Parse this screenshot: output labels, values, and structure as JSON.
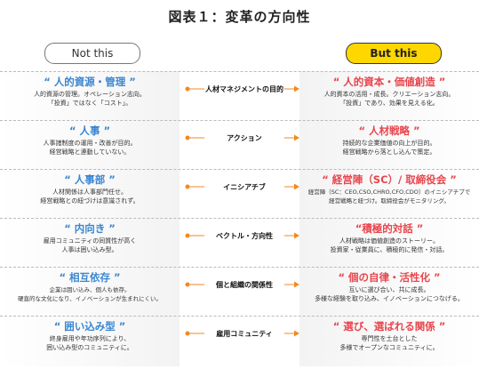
{
  "title": "図表１：変革の方向性",
  "headers": {
    "left": "Not this",
    "right": "But this"
  },
  "colors": {
    "left_accent": "#3a86d0",
    "right_accent": "#e8454d",
    "arrow": "#f08a24",
    "pill_highlight": "#ffd700"
  },
  "rows": [
    {
      "left_title": "“ 人的資源・管理 ”",
      "left_desc": "人的資源の管理。オペレーション志向。\n「投資」ではなく「コスト」。",
      "center": "人材マネジメントの目的",
      "right_title": "“ 人的資本・価値創造 ”",
      "right_desc": "人的資本の活用・成長。クリエーション志向。\n「投資」であり、効果を見える化。"
    },
    {
      "left_title": "“ 人事 ”",
      "left_desc": "人事諸制度の運用・改善が目的。\n経営戦略と連動していない。",
      "center": "アクション",
      "right_title": "“ 人材戦略 ”",
      "right_desc": "持続的な企業価値の向上が目的。\n経営戦略から落とし込んで策定。"
    },
    {
      "left_title": "“ 人事部 ”",
      "left_desc": "人材関係は人事部門任せ。\n経営戦略との紐づけは意識されず。",
      "center": "イニシアチブ",
      "right_title": "“ 経営陣（SC）/ 取締役会 ”",
      "right_desc": "経営陣（SC：CEO,CSO,CHRO,CFO,CDO）のイニシアチブで\n経営戦略と紐づけ。取締役会がモニタリング。"
    },
    {
      "left_title": "“ 内向き ”",
      "left_desc": "雇用コミュニティの同質性が高く\n人事は囲い込み型。",
      "center": "ベクトル・方向性",
      "right_title": "“積極的対話 ”",
      "right_desc": "人材戦略は価値創造のストーリー。\n投資家・従業員に、積極的に発信・対話。"
    },
    {
      "left_title": "“ 相互依存 ”",
      "left_desc": "企業は囲い込み、個人も依存。\n硬直的な文化になり、イノベーションが生まれにくい。",
      "center": "個と組織の関係性",
      "right_title": "“ 個の自律・活性化 ”",
      "right_desc": "互いに選び合い、共に成長。\n多様な経験を取り込み、イノベーションにつなげる。"
    },
    {
      "left_title": "“ 囲い込み型 ”",
      "left_desc": "終身雇用や年功序列により、\n囲い込み型のコミュニティに。",
      "center": "雇用コミュニティ",
      "right_title": "“ 選び、選ばれる関係 ”",
      "right_desc": "専門性を土台とした\n多様でオープンなコミュニティに。"
    }
  ]
}
